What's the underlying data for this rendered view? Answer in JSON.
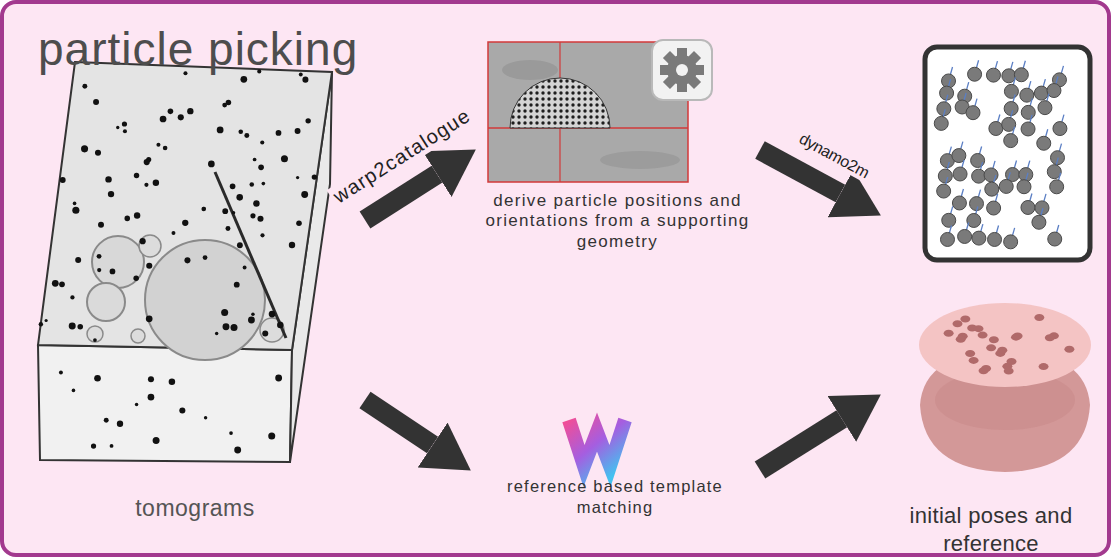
{
  "diagram": {
    "title": "particle picking",
    "nodes": [
      {
        "text": [
          "tomograms"
        ]
      },
      {
        "text": [
          "derive particle positions and orientations from a supporting geometry"
        ]
      },
      {
        "text": [
          "reference based template matching"
        ]
      },
      {
        "text": [
          "initial poses and reference"
        ]
      }
    ],
    "edges": [
      {
        "from": 0,
        "to": 1,
        "label": "warp2catalogue",
        "arrow": "to"
      },
      {
        "from": 1,
        "to": 3,
        "label": "dynamo2m",
        "arrow": "to"
      },
      {
        "from": 0,
        "to": 2,
        "arrow": "to"
      },
      {
        "from": 2,
        "to": 3,
        "arrow": "to"
      }
    ]
  }
}
